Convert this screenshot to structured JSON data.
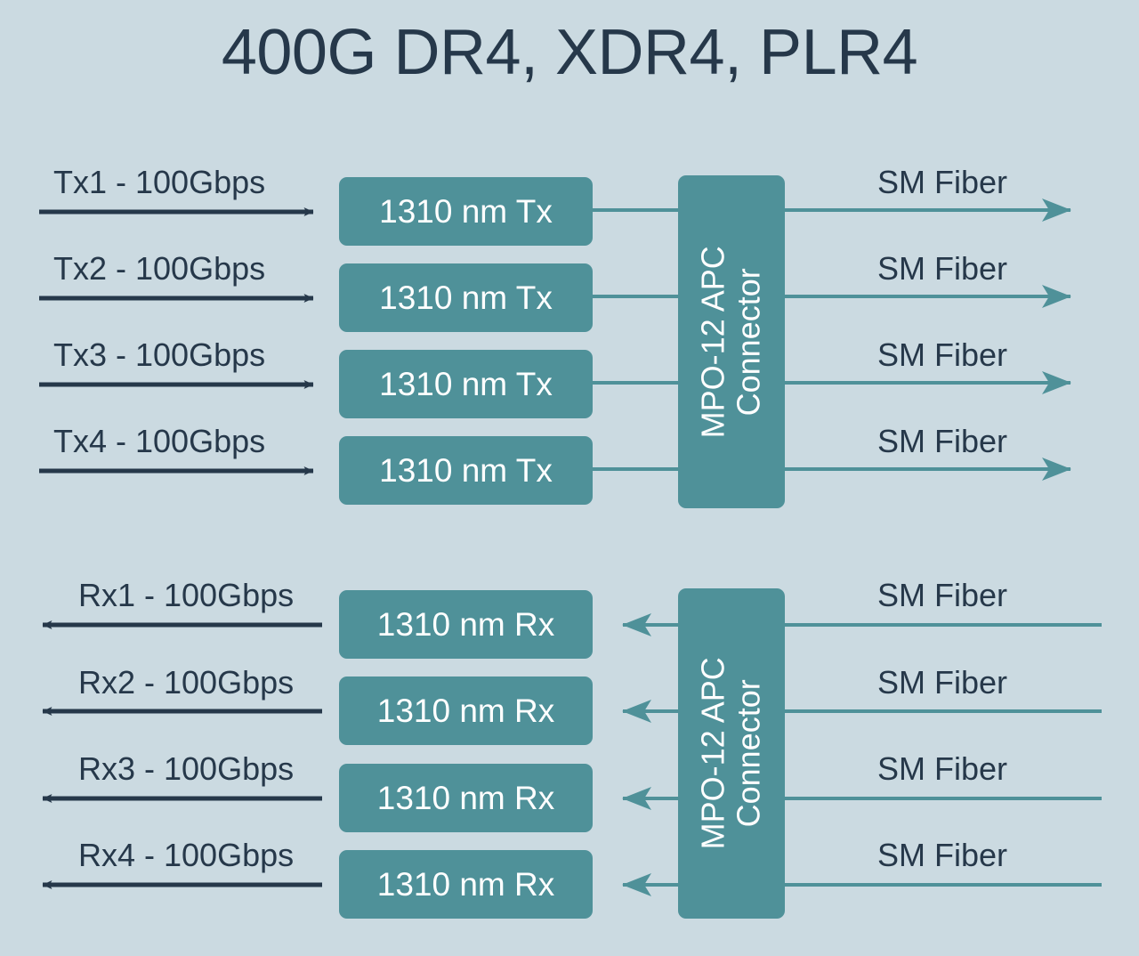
{
  "title": "400G DR4, XDR4, PLR4",
  "colors": {
    "background": "#cbdae1",
    "teal": "#4f9199",
    "dark_text": "#26384a",
    "box_text": "#ffffff",
    "teal_line": "#4f9199",
    "dark_line": "#26384a"
  },
  "tx_section": {
    "input_labels": [
      "Tx1 - 100Gbps",
      "Tx2 - 100Gbps",
      "Tx3 - 100Gbps",
      "Tx4 - 100Gbps"
    ],
    "lane_boxes": [
      "1310 nm Tx",
      "1310 nm Tx",
      "1310 nm Tx",
      "1310 nm Tx"
    ],
    "connector": {
      "line1": "MPO-12 APC",
      "line2": "Connector"
    },
    "output_labels": [
      "SM Fiber",
      "SM Fiber",
      "SM Fiber",
      "SM Fiber"
    ]
  },
  "rx_section": {
    "output_labels": [
      "Rx1 - 100Gbps",
      "Rx2 - 100Gbps",
      "Rx3 - 100Gbps",
      "Rx4 - 100Gbps"
    ],
    "lane_boxes": [
      "1310 nm Rx",
      "1310 nm Rx",
      "1310 nm Rx",
      "1310 nm Rx"
    ],
    "connector": {
      "line1": "MPO-12 APC",
      "line2": "Connector"
    },
    "input_labels": [
      "SM Fiber",
      "SM Fiber",
      "SM Fiber",
      "SM Fiber"
    ]
  }
}
